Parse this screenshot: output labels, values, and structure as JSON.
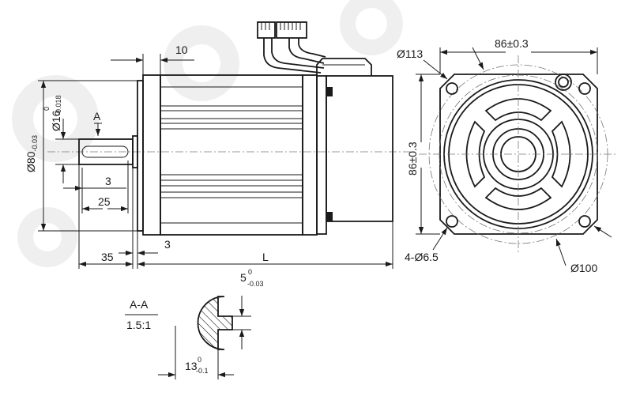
{
  "side_view": {
    "dim_flange": "10",
    "label_section": "A",
    "dim_body_dia_base": "Ø80",
    "dim_body_dia_tol": "-0.03",
    "dim_shaft_dia_base": "Ø16",
    "dim_shaft_dia_up": "0",
    "dim_shaft_dia_low": "-0.018",
    "dim_key_offset": "3",
    "dim_keyway": "25",
    "dim_shaft_len": "35",
    "dim_spigot": "3",
    "dim_length": "L"
  },
  "front_view": {
    "dim_top_width": "86±0.3",
    "dim_side_height": "86±0.3",
    "dim_outer_dia": "Ø113",
    "dim_holes": "4-Ø6.5",
    "dim_pcd": "Ø100"
  },
  "section": {
    "label": "A-A",
    "scale": "1.5:1",
    "dim_key_width_base": "5",
    "dim_key_width_up": "0",
    "dim_key_width_low": "-0.03",
    "dim_key_depth_base": "13",
    "dim_key_depth_up": "0",
    "dim_key_depth_low": "-0.1"
  }
}
